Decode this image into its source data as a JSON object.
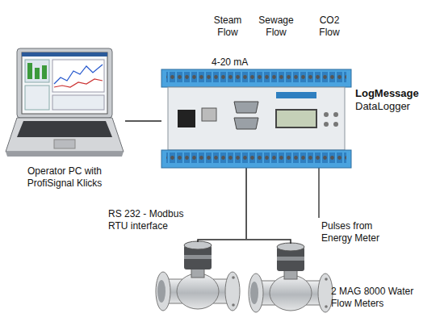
{
  "diagram": {
    "nodes": [
      {
        "text": [
          "Operator PC with ProfiSignal Klicks"
        ]
      },
      {
        "text": [
          "LogMessage",
          "DataLogger"
        ]
      },
      {
        "text": [
          "2 MAG 8000 Water Flow Meters"
        ]
      }
    ],
    "edges": [
      {
        "from": 0,
        "to": 1,
        "arrow": "none"
      },
      {
        "from": 1,
        "to": 2,
        "arrow": "none",
        "label": "RS 232 - Modbus RTU interface"
      }
    ],
    "labels": [
      "Steam Flow",
      "Sewage Flow",
      "CO2 Flow",
      "4-20 mA",
      "Pulses from Energy Meter"
    ]
  }
}
